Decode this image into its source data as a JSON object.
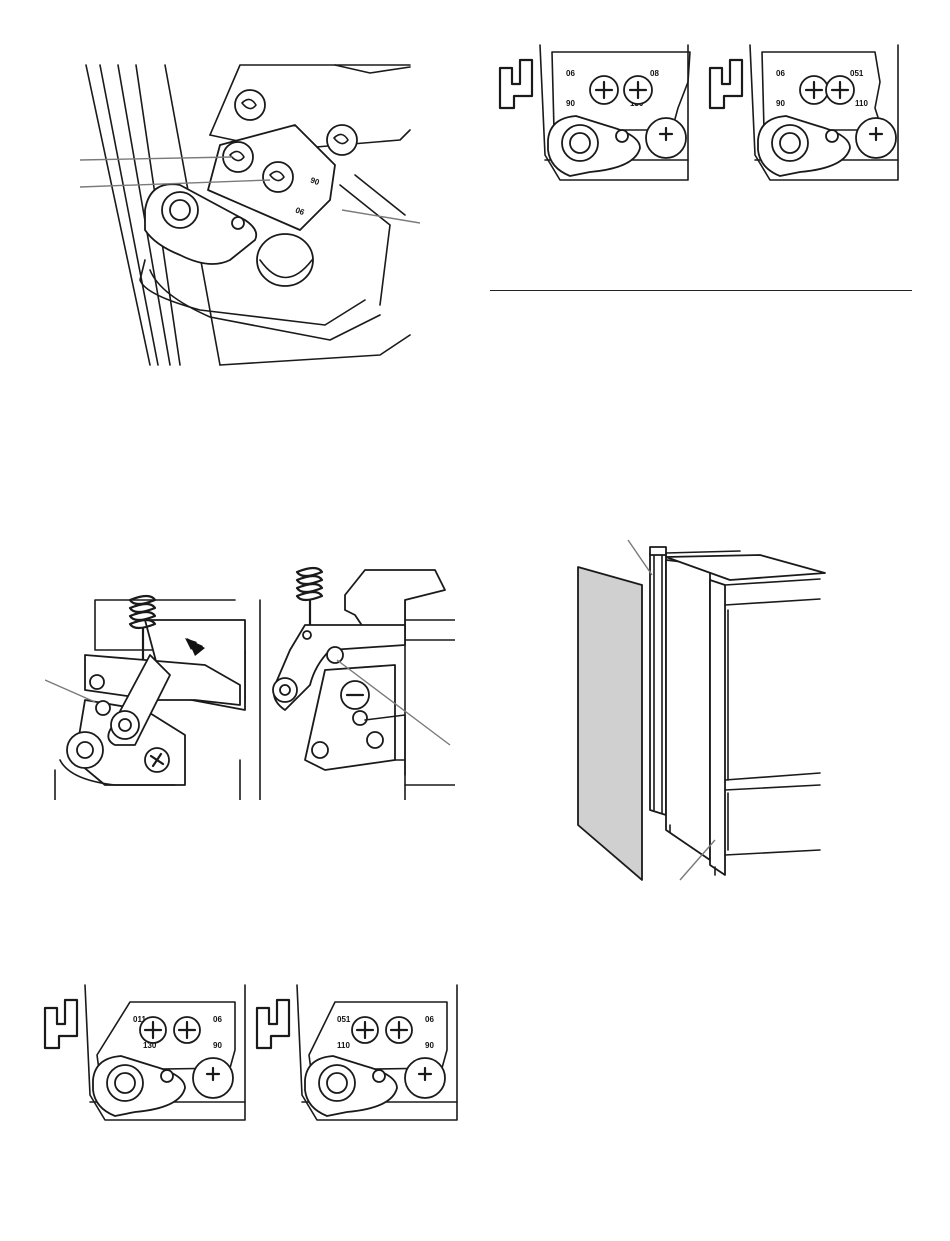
{
  "figures": {
    "hinge_detail": {
      "markings": {
        "top_left": "06",
        "bottom_right": "90",
        "right": "06"
      }
    },
    "top_hinge_pair": {
      "left": {
        "top_left": "06",
        "top_right": "08",
        "bottom_left": "90",
        "bottom_right": "130"
      },
      "right": {
        "top_left": "06",
        "top_right": "051",
        "bottom_left": "90",
        "bottom_right": "110"
      }
    },
    "bottom_hinge_pair": {
      "left": {
        "top_left": "011",
        "top_right": "06",
        "bottom_left": "130",
        "bottom_right": "90"
      },
      "right": {
        "top_left": "051",
        "top_right": "06",
        "bottom_left": "110",
        "bottom_right": "90"
      }
    }
  },
  "colors": {
    "line": "#1a1a1a",
    "leader": "#7a7a7a",
    "panel": "#d0d0d0",
    "rule": "#222222"
  }
}
